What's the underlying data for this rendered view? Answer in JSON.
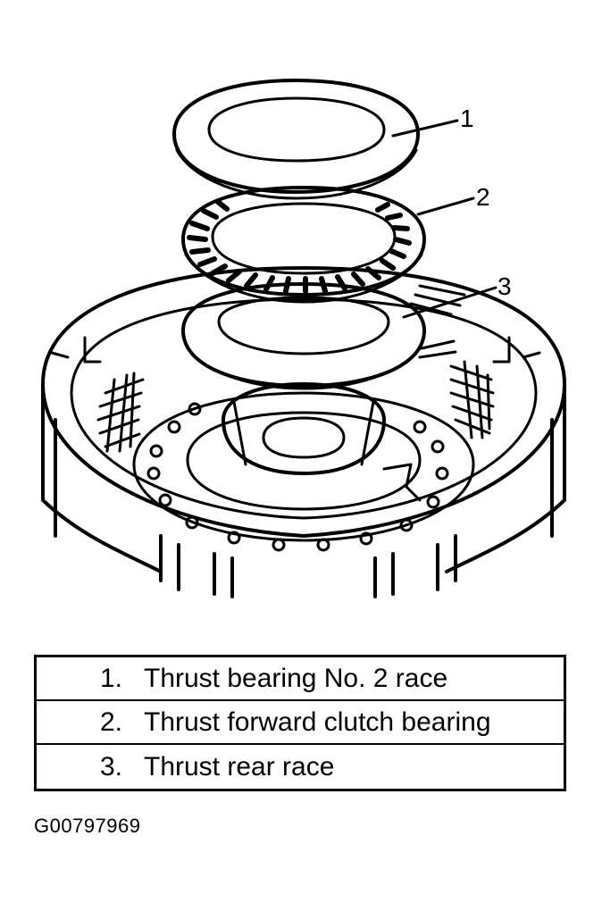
{
  "callouts": [
    "1",
    "2",
    "3"
  ],
  "legend": [
    {
      "number": "1.",
      "text": "Thrust bearing No. 2 race"
    },
    {
      "number": "2.",
      "text": "Thrust forward clutch bearing"
    },
    {
      "number": "3.",
      "text": "Thrust rear race"
    }
  ],
  "figure_id": "G00797969",
  "colors": {
    "ink": "#000000",
    "paper": "#ffffff"
  }
}
